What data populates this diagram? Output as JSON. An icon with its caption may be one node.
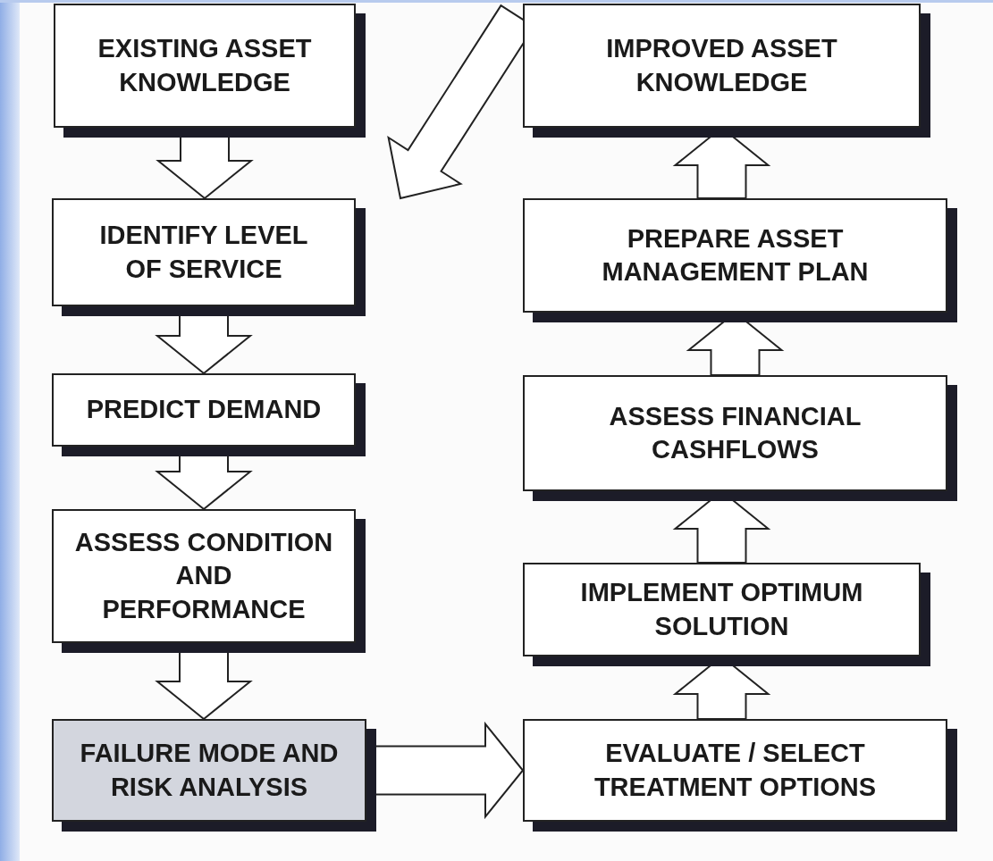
{
  "diagram": {
    "nodes": [
      {
        "text": [
          "EXISTING ASSET KNOWLEDGE"
        ]
      },
      {
        "text": [
          "IDENTIFY LEVEL OF SERVICE"
        ]
      },
      {
        "text": [
          "PREDICT DEMAND"
        ]
      },
      {
        "text": [
          "ASSESS CONDITION AND PERFORMANCE"
        ]
      },
      {
        "text": [
          "FAILURE MODE AND RISK ANALYSIS"
        ]
      },
      {
        "text": [
          "IMPROVED ASSET KNOWLEDGE"
        ]
      },
      {
        "text": [
          "PREPARE ASSET MANAGEMENT PLAN"
        ]
      },
      {
        "text": [
          "ASSESS FINANCIAL CASHFLOWS"
        ]
      },
      {
        "text": [
          "IMPLEMENT OPTIMUM SOLUTION"
        ]
      },
      {
        "text": [
          "EVALUATE / SELECT TREATMENT OPTIONS"
        ]
      }
    ],
    "edges": [
      {
        "from": 0,
        "to": 1,
        "arrow": "to"
      },
      {
        "from": 1,
        "to": 2,
        "arrow": "to"
      },
      {
        "from": 2,
        "to": 3,
        "arrow": "to"
      },
      {
        "from": 3,
        "to": 4,
        "arrow": "to"
      },
      {
        "from": 4,
        "to": 9,
        "arrow": "to"
      },
      {
        "from": 9,
        "to": 8,
        "arrow": "to"
      },
      {
        "from": 8,
        "to": 7,
        "arrow": "to"
      },
      {
        "from": 7,
        "to": 6,
        "arrow": "to"
      },
      {
        "from": 6,
        "to": 5,
        "arrow": "to"
      },
      {
        "from": 5,
        "to": 1,
        "arrow": "to"
      }
    ]
  }
}
